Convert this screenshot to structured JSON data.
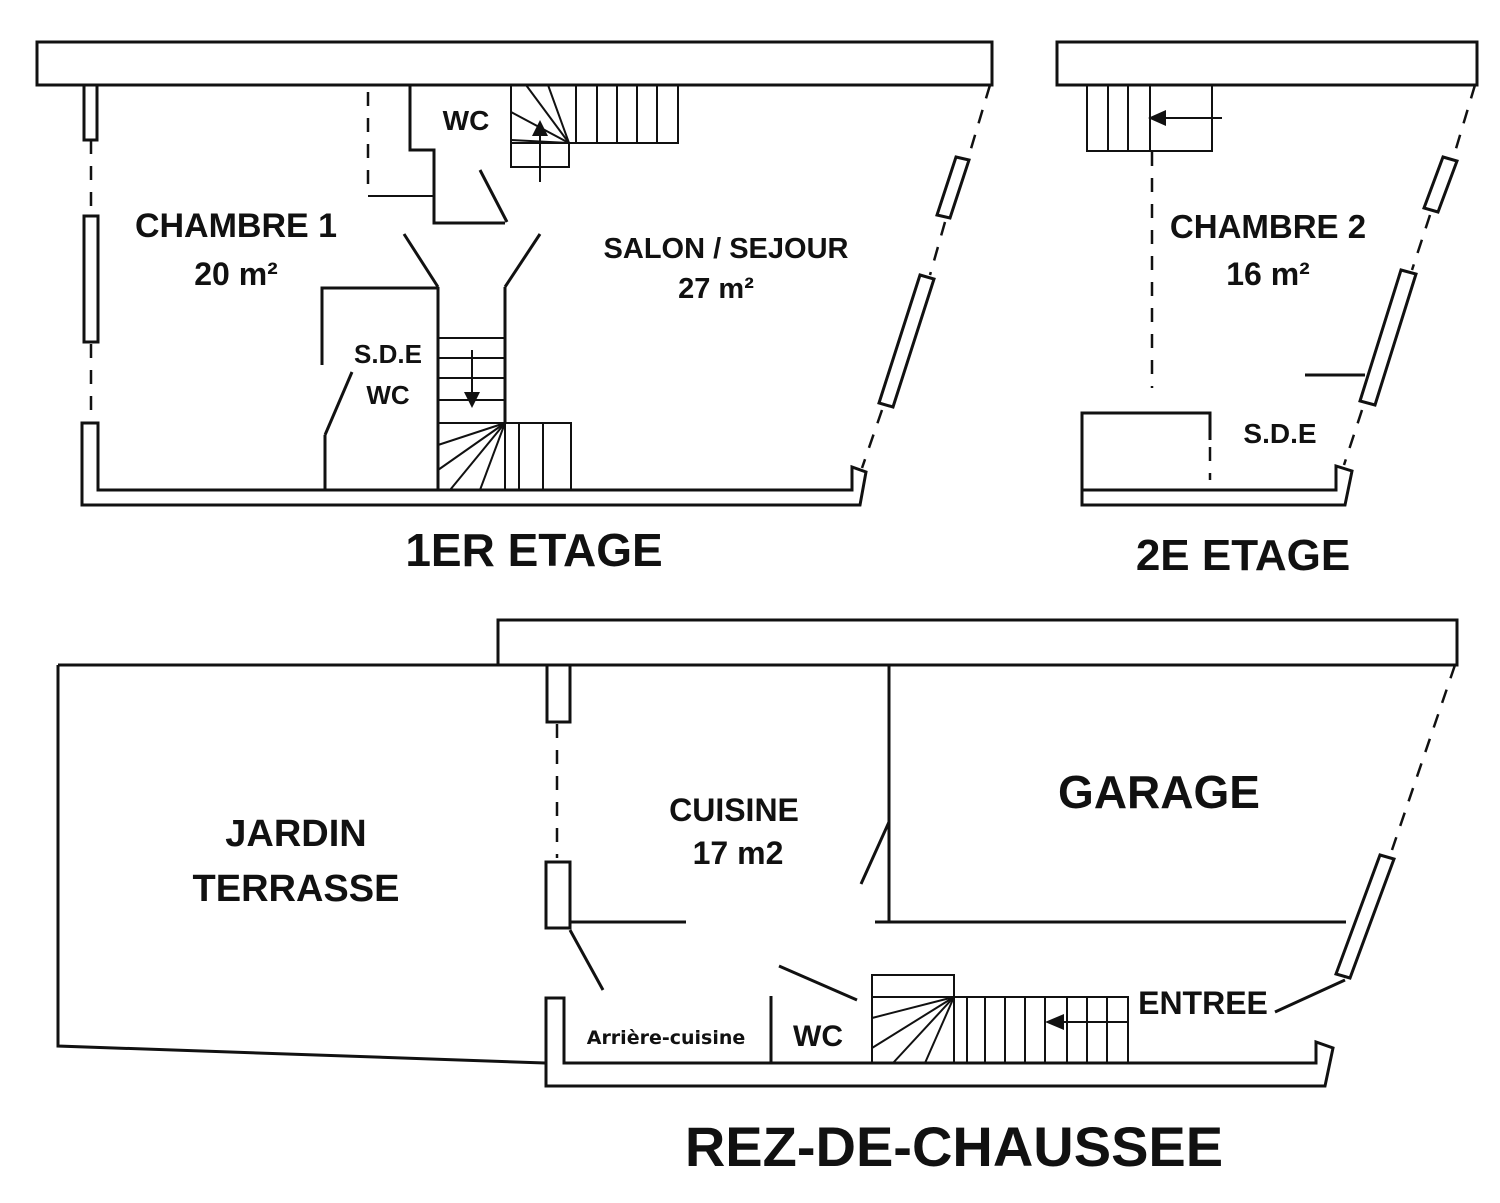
{
  "floors": {
    "first": {
      "title": "1ER ETAGE",
      "rooms": {
        "chambre1_name": "CHAMBRE 1",
        "chambre1_area": "20 m²",
        "salon_name": "SALON / SEJOUR",
        "salon_area": "27 m²",
        "wc": "WC",
        "sde_line1": "S.D.E",
        "sde_line2": "WC"
      }
    },
    "second": {
      "title": "2E ETAGE",
      "rooms": {
        "chambre2_name": "CHAMBRE 2",
        "chambre2_area": "16 m²",
        "sde": "S.D.E"
      }
    },
    "ground": {
      "title": "REZ-DE-CHAUSSEE",
      "rooms": {
        "jardin_line1": "JARDIN",
        "jardin_line2": "TERRASSE",
        "cuisine_name": "CUISINE",
        "cuisine_area": "17 m2",
        "garage": "GARAGE",
        "entree": "ENTREE",
        "wc": "WC",
        "arriere_cuisine": "Arrière-cuisine"
      }
    }
  },
  "colors": {
    "line": "#111111",
    "background": "#ffffff"
  }
}
